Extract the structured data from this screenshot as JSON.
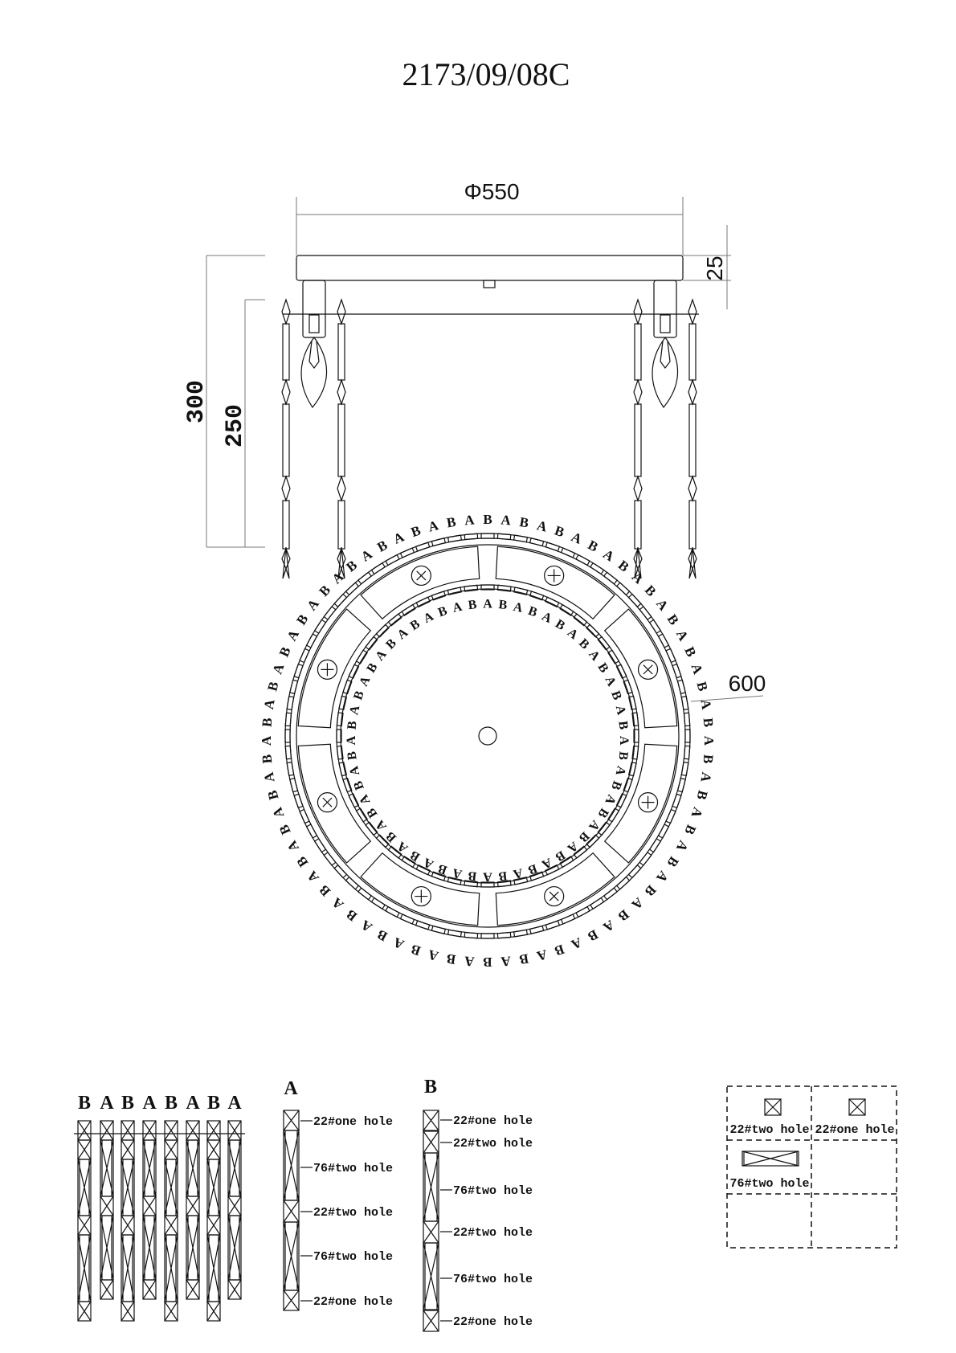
{
  "title": "2173/09/08C",
  "side_view": {
    "diameter_label": "Φ550",
    "canopy_height_label": "25",
    "total_height_label": "300",
    "drop_height_label": "250"
  },
  "top_view": {
    "outer_diameter_label": "600",
    "crystal_pattern": [
      "A",
      "B"
    ]
  },
  "strand_overview": {
    "labels": [
      "B",
      "A",
      "B",
      "A",
      "B",
      "A",
      "B",
      "A"
    ]
  },
  "strand_a": {
    "heading": "A",
    "parts": [
      "22#one hole",
      "76#two hole",
      "22#two hole",
      "76#two hole",
      "22#one hole"
    ]
  },
  "strand_b": {
    "heading": "B",
    "parts": [
      "22#one hole",
      "22#two hole",
      "76#two hole",
      "22#two hole",
      "76#two hole",
      "22#one hole"
    ]
  },
  "legend": {
    "items": [
      "22#two hole",
      "22#one hole",
      "76#two hole"
    ]
  }
}
